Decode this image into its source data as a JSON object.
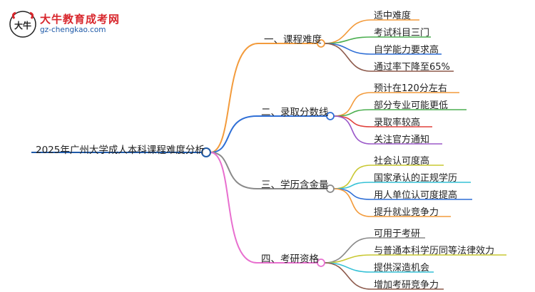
{
  "logo": {
    "title": "大牛教育成考网",
    "url": "gz-chengkao.com",
    "mark_text": "大牛"
  },
  "root": "2025年广州大学成人本科课程难度分析",
  "branches": [
    {
      "label": "一、课程难度",
      "color": "#f39b3c",
      "leaves": [
        {
          "label": "适中难度",
          "color": "#f39b3c"
        },
        {
          "label": "考试科目三门",
          "color": "#4caf50"
        },
        {
          "label": "自学能力要求高",
          "color": "#2f6fd6"
        },
        {
          "label": "通过率下降至65%",
          "color": "#8d5a4c"
        }
      ]
    },
    {
      "label": "二、录取分数线",
      "color": "#2f6fd6",
      "leaves": [
        {
          "label": "预计在120分左右",
          "color": "#f39b3c"
        },
        {
          "label": "部分专业可能更低",
          "color": "#4caf50"
        },
        {
          "label": "录取率较高",
          "color": "#e0413c"
        },
        {
          "label": "关注官方通知",
          "color": "#9b59c9"
        }
      ]
    },
    {
      "label": "三、学历含金量",
      "color": "#8a8a8a",
      "leaves": [
        {
          "label": "社会认可度高",
          "color": "#c9c832"
        },
        {
          "label": "国家承认的正规学历",
          "color": "#35c1d6"
        },
        {
          "label": "用人单位认可度提高",
          "color": "#2f6fd6"
        },
        {
          "label": "提升就业竞争力",
          "color": "#f39b3c"
        }
      ]
    },
    {
      "label": "四、考研资格",
      "color": "#e86fcf",
      "leaves": [
        {
          "label": "可用于考研",
          "color": "#8a8a8a"
        },
        {
          "label": "与普通本科学历同等法律效力",
          "color": "#c9c832"
        },
        {
          "label": "提供深造机会",
          "color": "#35c1d6"
        },
        {
          "label": "增加考研竞争力",
          "color": "#8d5a4c"
        }
      ]
    }
  ]
}
